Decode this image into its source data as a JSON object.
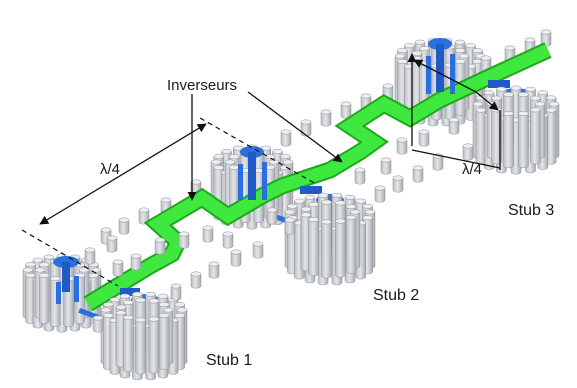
{
  "labels": {
    "inverters": "Inverseurs",
    "quarter_wave_left": "λ/4",
    "quarter_wave_right": "λ/4",
    "stub1": "Stub 1",
    "stub2": "Stub 2",
    "stub3": "Stub 3"
  },
  "colors": {
    "background": "#ffffff",
    "microstrip_line": "#3ee83e",
    "microstrip_edge": "#1fa81f",
    "cylinder_body": "#d2d4d8",
    "cylinder_top": "#eceef1",
    "cylinder_edge": "#8e9297",
    "blue_structure": "#2a6fe0",
    "blue_dark": "#1746a8",
    "annotation": "#111111"
  }
}
